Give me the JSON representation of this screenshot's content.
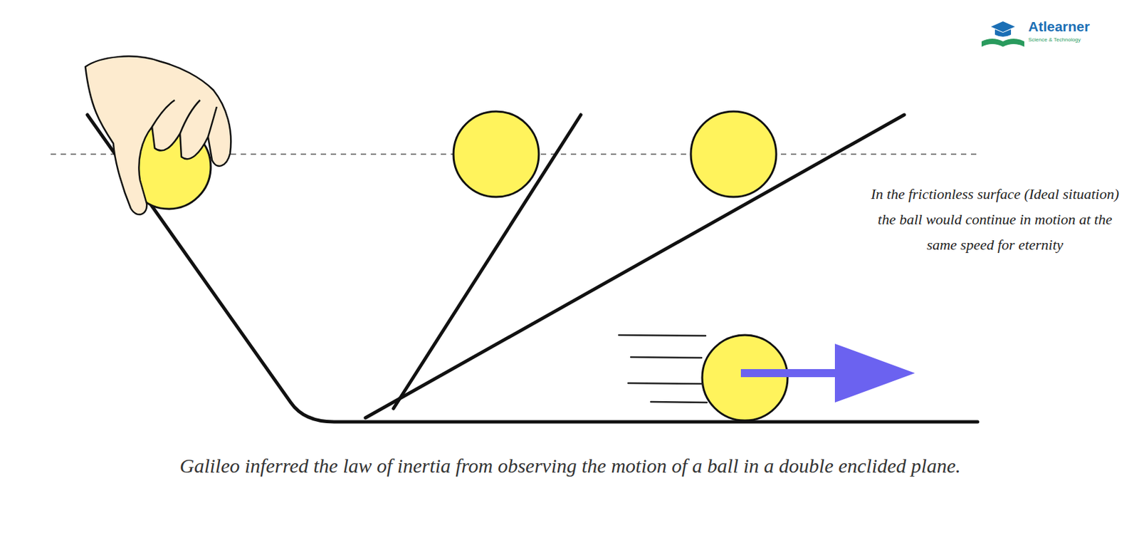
{
  "diagram": {
    "caption": "Galileo inferred the law of inertia from observing the motion of a ball in a double enclided plane.",
    "labels": [
      "Atlearner",
      "Science & Technology",
      "In the frictionless surface (Ideal situation) the ball would continue in motion at the same speed for eternity"
    ]
  }
}
